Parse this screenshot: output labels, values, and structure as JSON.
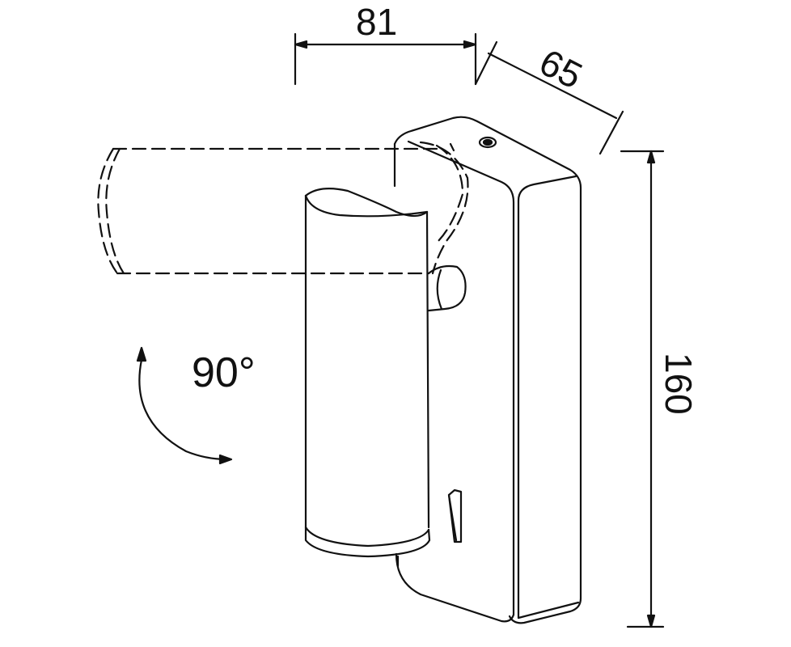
{
  "dimensions": {
    "width": "81",
    "depth": "65",
    "height": "160",
    "rotation": "90°"
  },
  "colors": {
    "line": "#111111",
    "background": "#ffffff"
  }
}
